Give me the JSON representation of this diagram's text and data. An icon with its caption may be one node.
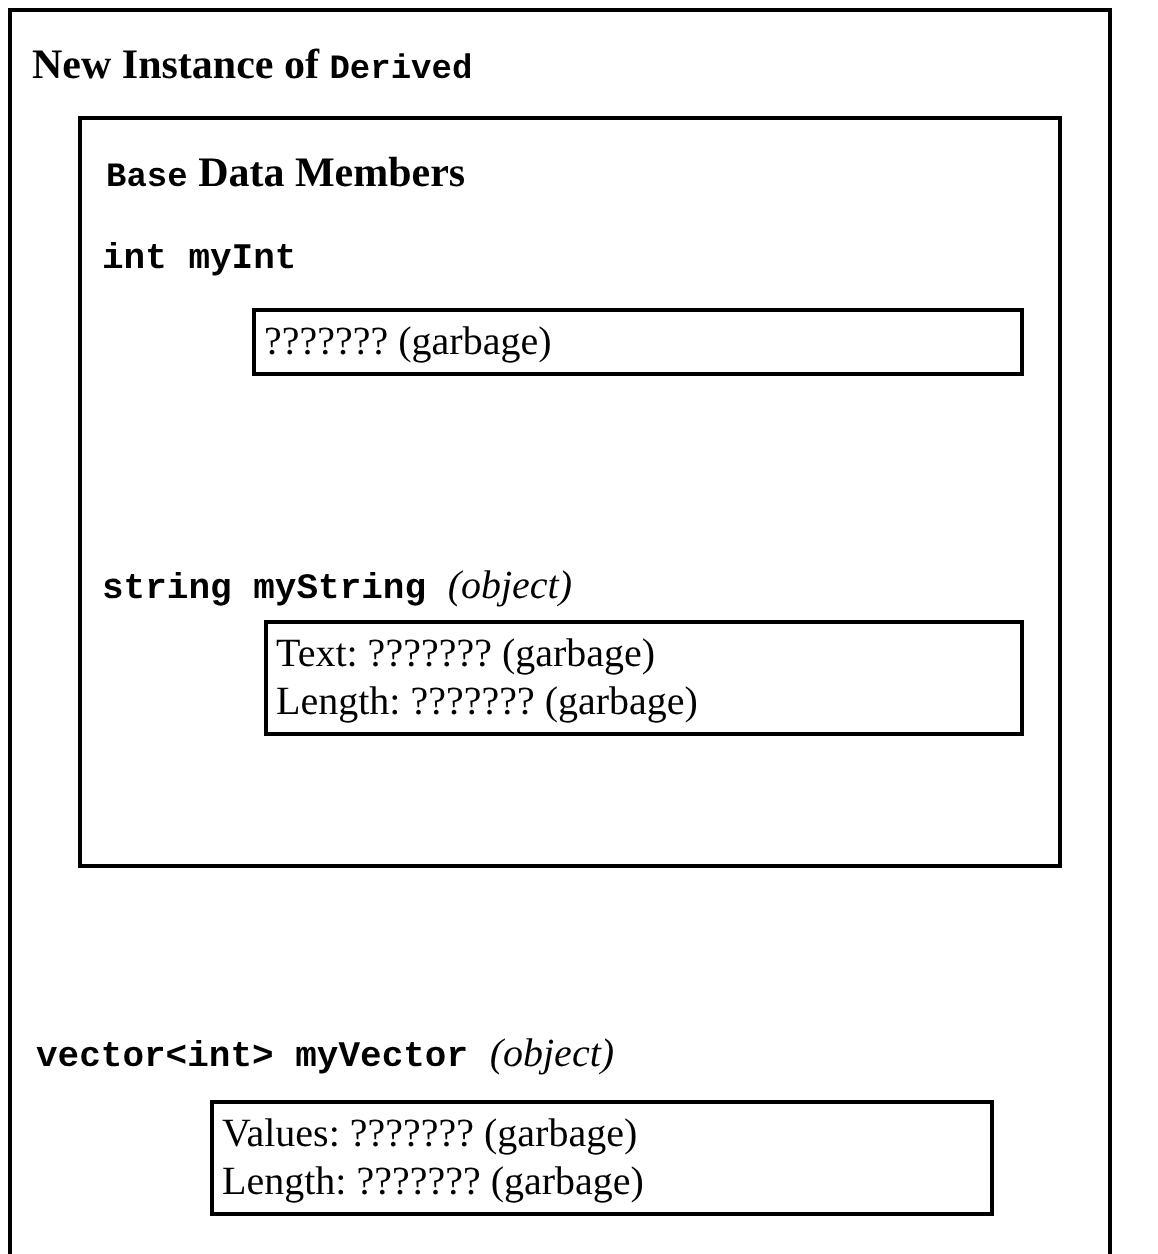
{
  "diagram": {
    "nodes": [
      {
        "text": [
          "New Instance of **Derived**"
        ]
      },
      {
        "text": [
          "**Base** Data Members"
        ],
        "in": 0
      },
      {
        "text": [
          "int myInt",
          "??????? (garbage)"
        ],
        "in": 1
      },
      {
        "text": [
          "string myString *(object)*",
          "Text: ??????? (garbage)",
          "Length: ??????? (garbage)"
        ],
        "in": 1
      },
      {
        "text": [
          "vector<int> myVector *(object)*",
          "Values: ??????? (garbage)",
          "Length: ??????? (garbage)"
        ],
        "in": 0
      }
    ]
  }
}
